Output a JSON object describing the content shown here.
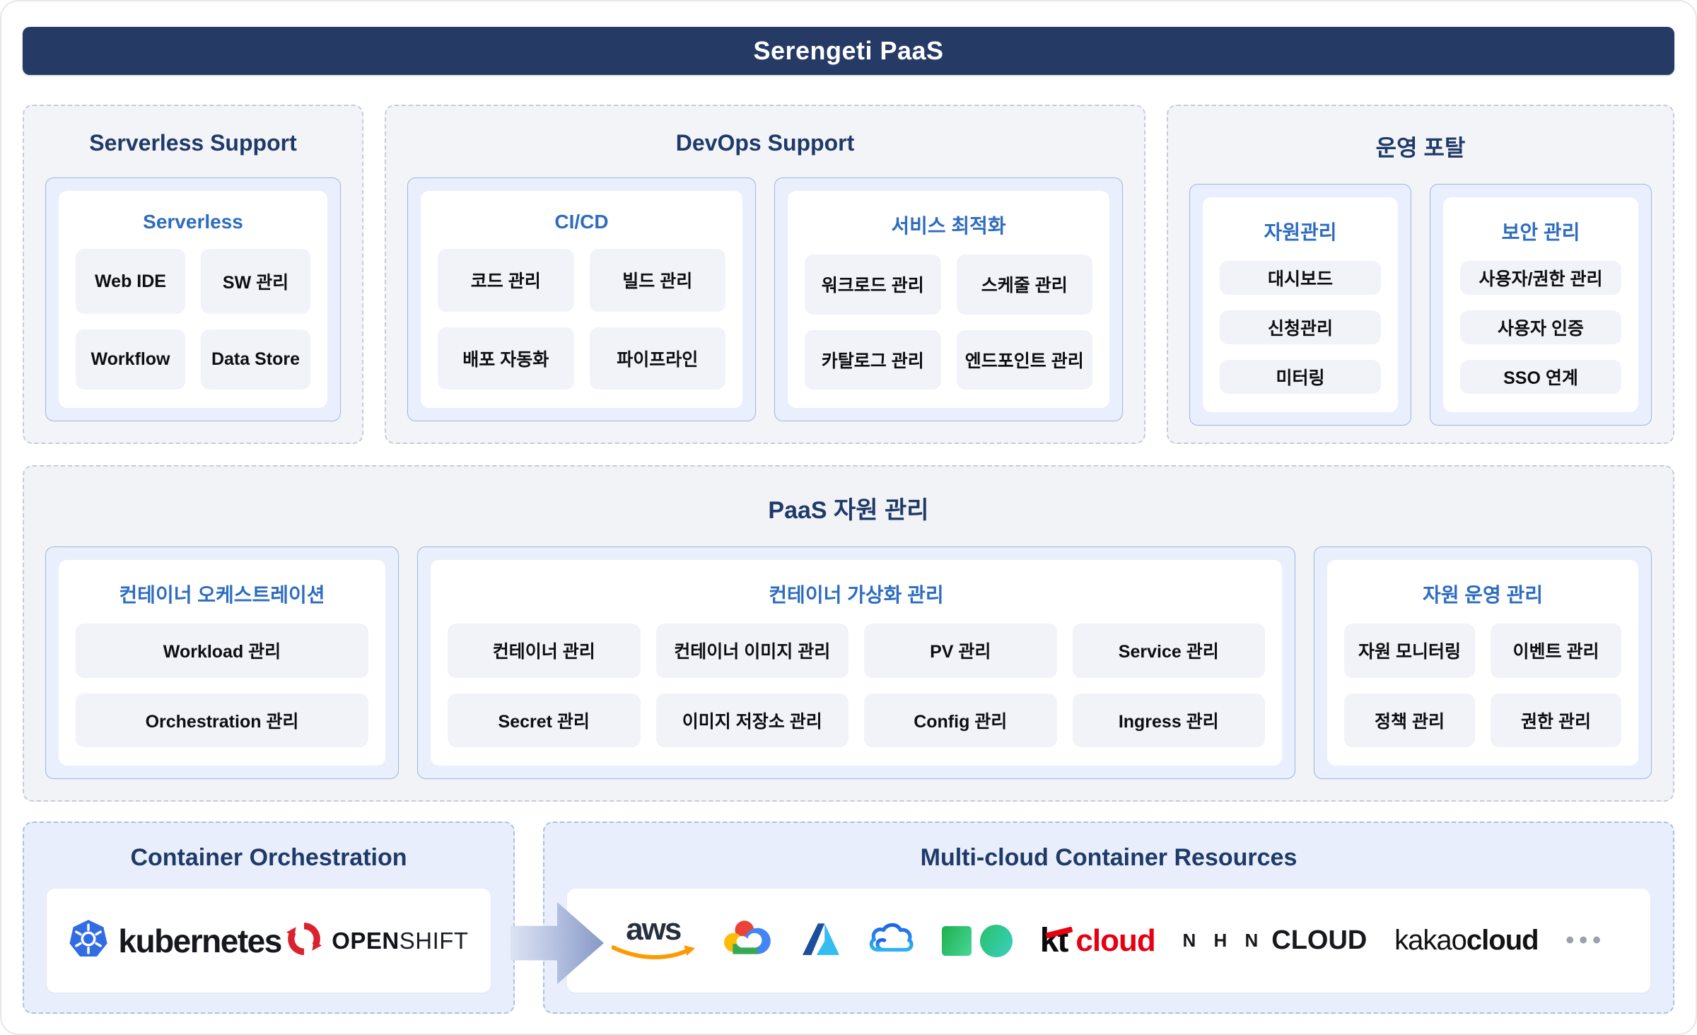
{
  "header": {
    "title": "Serengeti PaaS"
  },
  "row1": {
    "serverless": {
      "title": "Serverless Support",
      "card": {
        "title": "Serverless",
        "items": [
          "Web IDE",
          "SW 관리",
          "Workflow",
          "Data Store"
        ]
      }
    },
    "devops": {
      "title": "DevOps Support",
      "cards": [
        {
          "title": "CI/CD",
          "items": [
            "코드 관리",
            "빌드 관리",
            "배포 자동화",
            "파이프라인"
          ]
        },
        {
          "title": "서비스 최적화",
          "items": [
            "워크로드 관리",
            "스케줄 관리",
            "카탈로그 관리",
            "엔드포인트 관리"
          ]
        }
      ]
    },
    "portal": {
      "title": "운영 포탈",
      "cards": [
        {
          "title": "자원관리",
          "items": [
            "대시보드",
            "신청관리",
            "미터링"
          ]
        },
        {
          "title": "보안 관리",
          "items": [
            "사용자/권한 관리",
            "사용자 인증",
            "SSO 연계"
          ]
        }
      ]
    }
  },
  "paas": {
    "title": "PaaS 자원 관리",
    "cards": [
      {
        "title": "컨테이너 오케스트레이션",
        "items": [
          "Workload 관리",
          "Orchestration 관리"
        ]
      },
      {
        "title": "컨테이너 가상화 관리",
        "items": [
          "컨테이너 관리",
          "컨테이너 이미지 관리",
          "PV 관리",
          "Service 관리",
          "Secret 관리",
          "이미지 저장소 관리",
          "Config 관리",
          "Ingress 관리"
        ]
      },
      {
        "title": "자원 운영 관리",
        "items": [
          "자원 모니터링",
          "이벤트 관리",
          "정책 관리",
          "권한 관리"
        ]
      }
    ]
  },
  "bottom": {
    "orchestration": {
      "title": "Container Orchestration",
      "kubernetes_label": "kubernetes",
      "openshift_open": "OPEN",
      "openshift_shift": "SHIFT"
    },
    "multicloud": {
      "title": "Multi-cloud Container Resources",
      "aws_label": "aws",
      "kt_label": "kt",
      "kt_cloud_label": "cloud",
      "nhn_label": "N H N",
      "nhn_cloud_label": "CLOUD",
      "kakao_label": "kakao",
      "kakao_cloud_label": "cloud",
      "more_label": "•••"
    }
  },
  "colors": {
    "header_bg": "#253B66",
    "title_navy": "#1F3A68",
    "card_title_blue": "#2D6CC0",
    "chip_bg": "#F1F3F8",
    "panel_bg": "#F2F4F8",
    "inner_card_bg": "#E9EFFC",
    "inner_card_border": "#9FB6DB",
    "bottom_panel_bg": "#E8EEFB",
    "kubernetes_blue": "#326CE5",
    "openshift_red": "#DB212E",
    "aws_orange": "#FF9900",
    "kt_red": "#E60012"
  }
}
